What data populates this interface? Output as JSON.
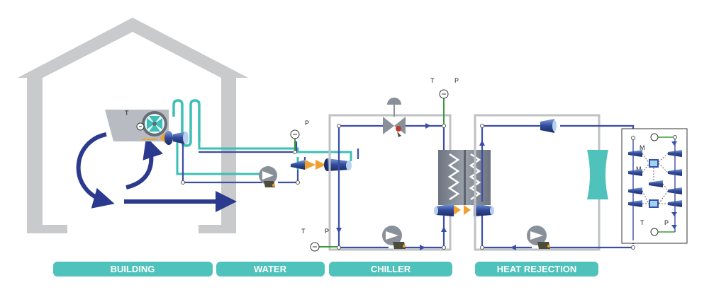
{
  "sections": [
    {
      "id": "building",
      "label": "BUILDING"
    },
    {
      "id": "water",
      "label": "WATER"
    },
    {
      "id": "chiller",
      "label": "CHILLER"
    },
    {
      "id": "heat_rejection",
      "label": "HEAT REJECTION"
    }
  ],
  "sensor_labels": {
    "building_t": "T",
    "water_p": "P",
    "chiller_top_t": "T",
    "chiller_top_p": "P",
    "chiller_bottom_t": "T",
    "chiller_bottom_p": "P",
    "controller_m1": "M",
    "controller_m2": "M",
    "controller_t": "T",
    "controller_p": "P"
  },
  "colors": {
    "house": "#c9cacc",
    "pipe_blue": "#3b4ea6",
    "pipe_teal": "#3bbfb6",
    "airflow": "#2b3a8e",
    "section_bar": "#4fc2bb",
    "component_gray": "#8a9099",
    "valve_red": "#c0392b",
    "connector_orange": "#f0a030",
    "sensor_green": "#3a9a3a",
    "frame_gray": "#bfc2c4"
  }
}
